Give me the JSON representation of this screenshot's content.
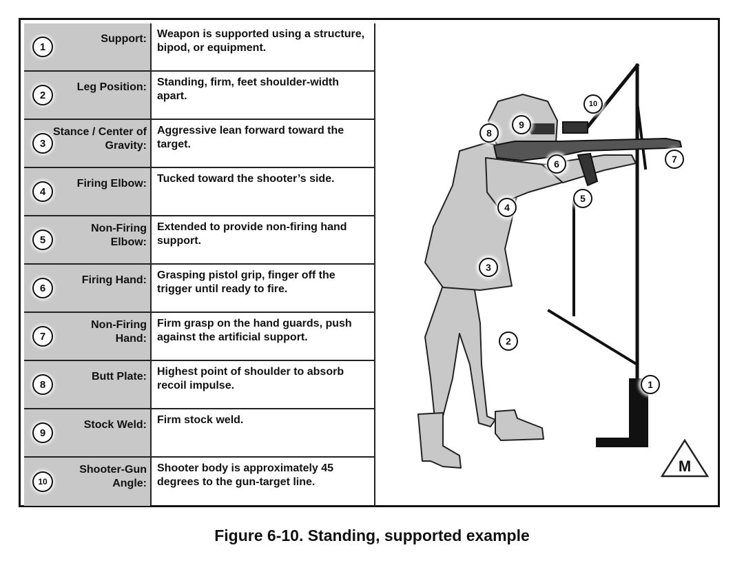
{
  "rows": [
    {
      "num": "1",
      "label": "Support:",
      "text": "Weapon is supported using a structure, bipod, or equipment."
    },
    {
      "num": "2",
      "label": "Leg Position:",
      "text": "Standing, firm, feet shoulder-width apart."
    },
    {
      "num": "3",
      "label": "Stance / Center of Gravity:",
      "text": "Aggressive lean forward toward the target."
    },
    {
      "num": "4",
      "label": "Firing Elbow:",
      "text": "Tucked toward the shooter’s side."
    },
    {
      "num": "5",
      "label": "Non-Firing Elbow:",
      "text": "Extended to provide non-firing hand support."
    },
    {
      "num": "6",
      "label": "Firing Hand:",
      "text": "Grasping pistol grip, finger off the trigger until ready to fire."
    },
    {
      "num": "7",
      "label": "Non-Firing Hand:",
      "text": "Firm grasp on the hand guards, push against the artificial support."
    },
    {
      "num": "8",
      "label": "Butt Plate:",
      "text": "Highest point of shoulder to absorb recoil impulse."
    },
    {
      "num": "9",
      "label": "Stock Weld:",
      "text": "Firm stock weld."
    },
    {
      "num": "10",
      "label": "Shooter-Gun Angle:",
      "text": "Shooter body is approximately 45 degrees to the gun-target line."
    }
  ],
  "illustration": {
    "callouts": [
      "1",
      "2",
      "3",
      "4",
      "5",
      "6",
      "7",
      "8",
      "9",
      "10"
    ],
    "badge": "M"
  },
  "caption": "Figure 6-10. Standing, supported example",
  "colors": {
    "label_bg": "#c8c8c8",
    "figure_fill": "#c8c8c8",
    "line": "#111111"
  }
}
